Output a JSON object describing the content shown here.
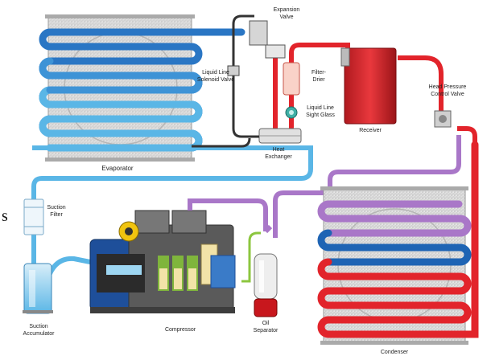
{
  "labels": {
    "expansion_valve": "Expansion\nValve",
    "liquid_line_solenoid_valve": "Liquid Line\nSolenoid Valve",
    "filter_drier": "Filter-\nDrier",
    "liquid_line_sight_glass": "Liquid Line\nSight Glass",
    "receiver": "Receiver",
    "head_pressure_control_valve": "Head Pressure\nControl Valve",
    "heat_exchanger": "Heat\nExchanger",
    "evaporator": "Evaporator",
    "suction_filter": "Suction\nFilter",
    "compressor": "Compressor",
    "oil_separator": "Oil\nSeparator",
    "suction_accumulator": "Suction\nAccumulator",
    "condenser": "Condenser",
    "stray_char": "s"
  },
  "colors": {
    "hot_gas": "#d9252a",
    "liquid": "#e2242b",
    "cold_liquid": "#1e64b4",
    "suction": "#5ab6e6",
    "discharge": "#a977c8",
    "oil_line": "#8cc63f",
    "dark_line": "#333333",
    "coil_frame": "#d8d8d8"
  }
}
